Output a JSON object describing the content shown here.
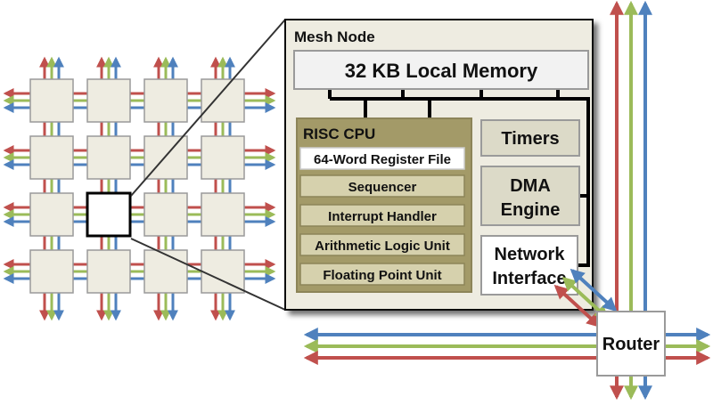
{
  "colors": {
    "red": "#c0504d",
    "green": "#9bbb59",
    "blue": "#4f81bd",
    "tile_fill": "#eeece1",
    "tile_stroke": "#9a9a9a",
    "cpu_fill": "#a39a68",
    "cpu_unit_fill": "#d6d1ad",
    "box_fill": "#dcdac8",
    "node_fill": "#eeece1",
    "white": "#ffffff",
    "black": "#000000"
  },
  "diagram": {
    "mesh_rows": 4,
    "mesh_cols": 4,
    "selected_tile": {
      "row": 2,
      "col": 1
    },
    "node": {
      "title": "Mesh Node",
      "memory": "32 KB Local Memory",
      "cpu": {
        "title": "RISC CPU",
        "units": [
          "64-Word Register File",
          "Sequencer",
          "Interrupt Handler",
          "Arithmetic Logic Unit",
          "Floating Point Unit"
        ]
      },
      "timers": "Timers",
      "dma": [
        "DMA",
        "Engine"
      ],
      "ni": [
        "Network",
        "Interface"
      ]
    },
    "router": "Router"
  }
}
